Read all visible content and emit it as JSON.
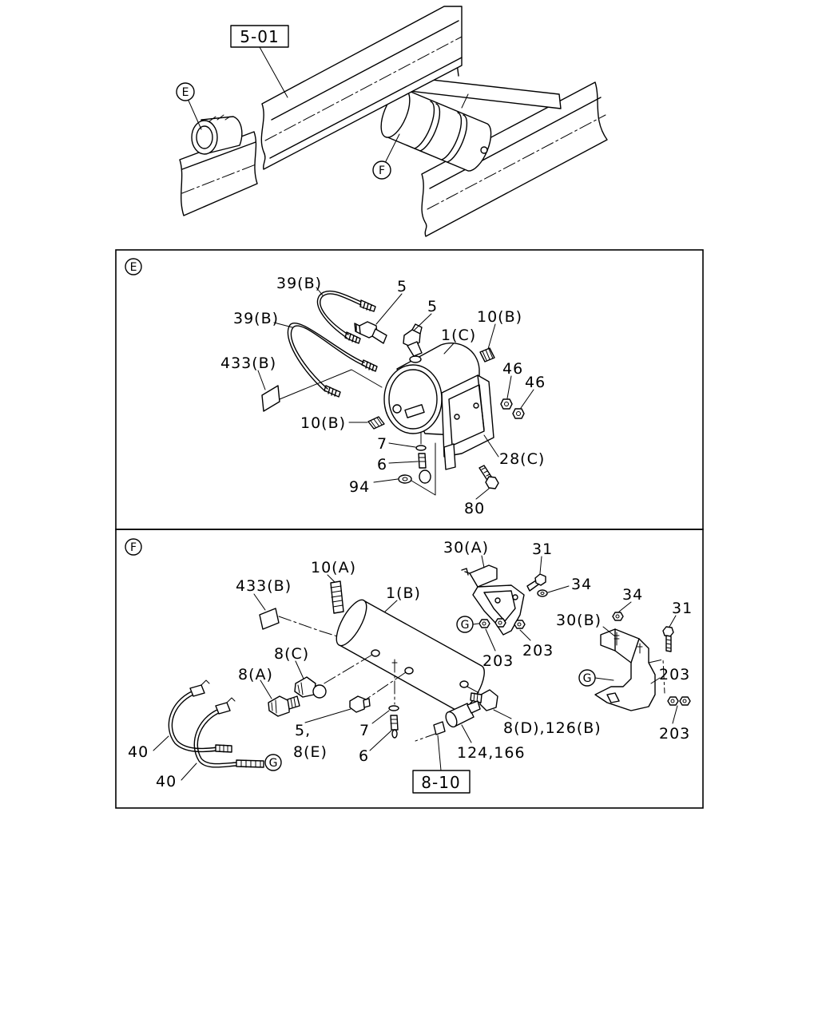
{
  "overview": {
    "ref_box": "5-01",
    "callout_e": "E",
    "callout_f": "F"
  },
  "panel_e": {
    "tag": "E",
    "labels": {
      "hose_upper": "39(B)",
      "hose_lower": "39(B)",
      "elbow_left": "5",
      "elbow_right": "5",
      "plug_top": "10(B)",
      "tank": "1(C)",
      "label_plate": "433(B)",
      "nut_upper": "46",
      "nut_lower": "46",
      "plug_front": "10(B)",
      "washer": "7",
      "valve": "6",
      "bracket": "28(C)",
      "washer_94": "94",
      "bolt": "80"
    }
  },
  "panel_f": {
    "tag": "F",
    "ref_box": "8-10",
    "callout_g": "G",
    "labels": {
      "bracket_a": "30(A)",
      "bolt_a": "31",
      "plug": "10(A)",
      "washer_a": "34",
      "label_plate": "433(B)",
      "tank": "1(B)",
      "washer_b": "34",
      "bracket_b": "30(B)",
      "bolt_b": "31",
      "nut_a1": "203",
      "nut_a2": "203",
      "elbow_c": "8(C)",
      "elbow_a": "8(A)",
      "nut_b1": "203",
      "fitting_5": "5,",
      "washer": "7",
      "fitting_d": "8(D),126(B)",
      "nut_b2": "203",
      "fitting_e": "8(E)",
      "valve": "6",
      "hose_upper": "40",
      "sensor": "124,166",
      "hose_lower": "40"
    }
  }
}
